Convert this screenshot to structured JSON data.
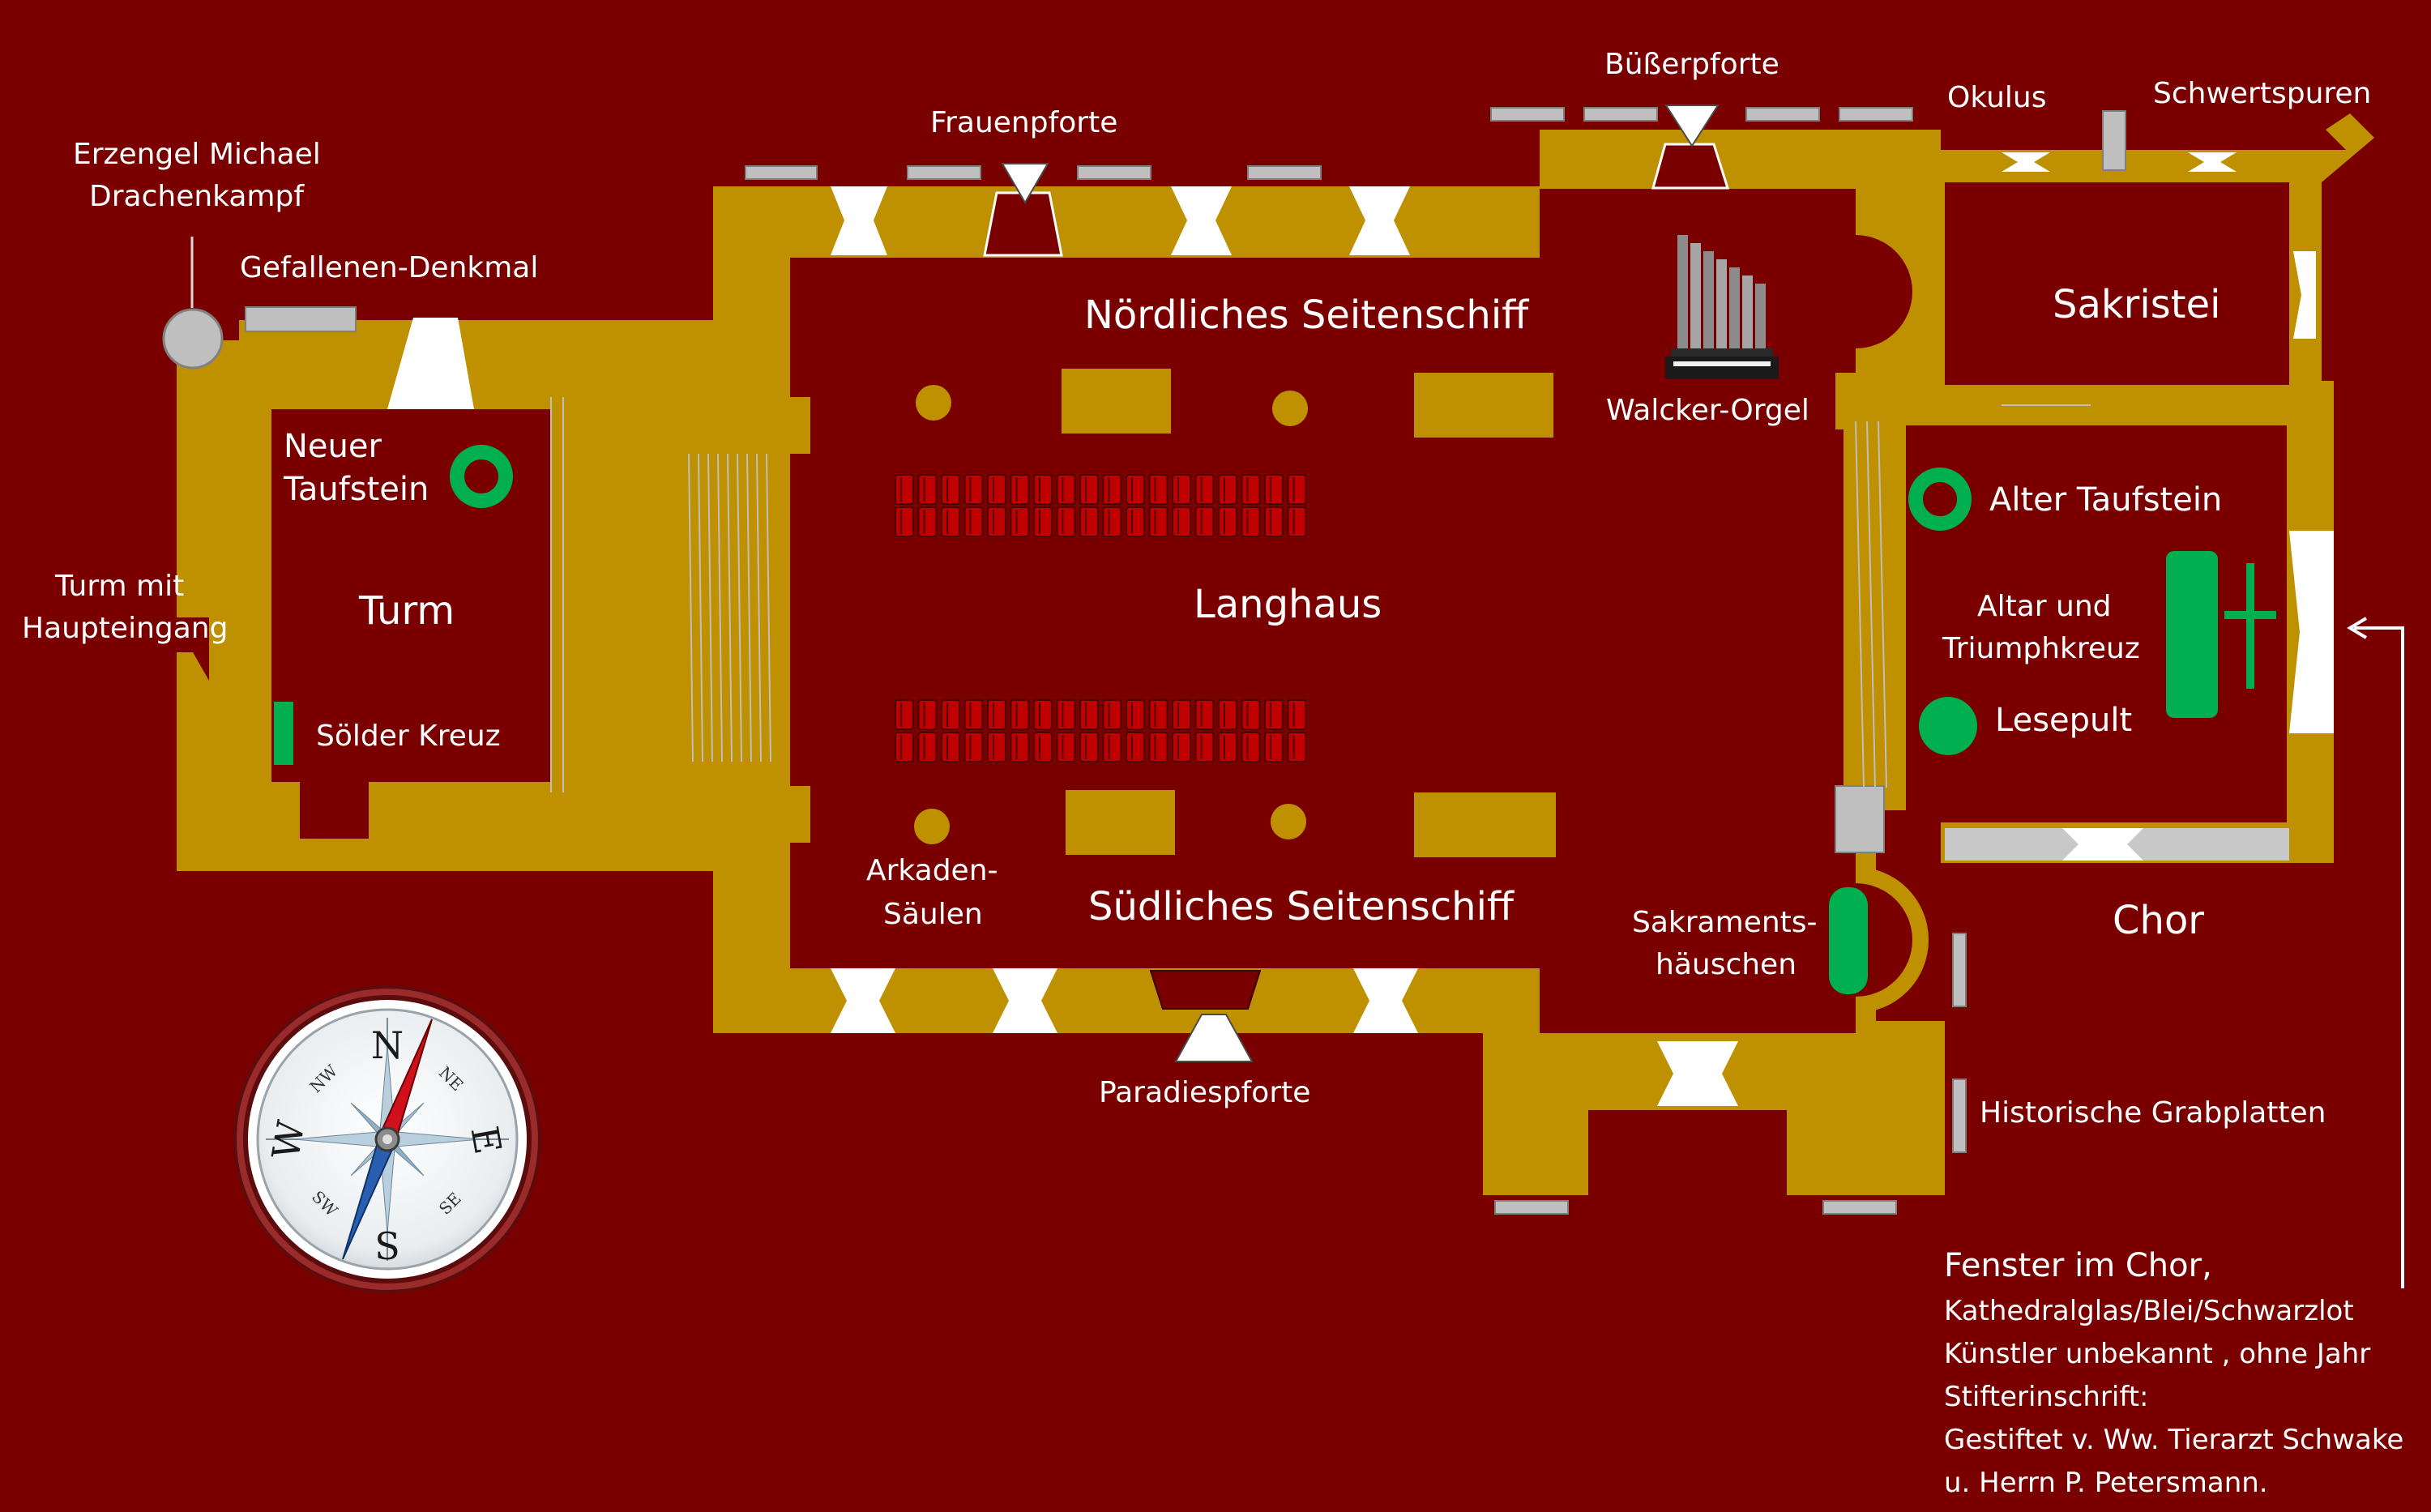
{
  "labels": {
    "erzengel_1": "Erzengel Michael",
    "erzengel_2": "Drachenkampf",
    "gefallenen": "Gefallenen-Denkmal",
    "frauenpforte": "Frauenpforte",
    "buesserpforte": "Büßerpforte",
    "okulus": "Okulus",
    "schwertspuren": "Schwertspuren",
    "sakristei": "Sakristei",
    "noerdliches": "Nördliches Seitenschiff",
    "walcker": "Walcker-Orgel",
    "neuer_1": "Neuer",
    "neuer_2": "Taufstein",
    "turm": "Turm",
    "turm_mit_1": "Turm mit",
    "turm_mit_2": "Haupteingang",
    "langhaus": "Langhaus",
    "alter_taufstein": "Alter Taufstein",
    "altar_1": "Altar und",
    "altar_2": "Triumphkreuz",
    "lesepult": "Lesepult",
    "soelder": "Sölder Kreuz",
    "arkaden_1": "Arkaden-",
    "arkaden_2": "Säulen",
    "suedliches": "Südliches Seitenschiff",
    "sakraments_1": "Sakraments-",
    "sakraments_2": "häuschen",
    "chor": "Chor",
    "paradies": "Paradiespforte",
    "grabplatten": "Historische Grabplatten",
    "fenster_1": "Fenster im Chor,",
    "fenster_2": "Kathedralglas/Blei/Schwarzlot",
    "fenster_3": "Künstler unbekannt , ohne Jahr",
    "fenster_4": "Stifterinschrift:",
    "fenster_5": "Gestiftet v. Ww. Tierarzt Schwake",
    "fenster_6": "u. Herrn P. Petersmann."
  },
  "compass": {
    "n": "N",
    "s": "S",
    "e": "E",
    "w": "W",
    "ne": "NE",
    "nw": "NW",
    "se": "SE",
    "sw": "SW"
  },
  "colors": {
    "background": "#7a0000",
    "wall": "#bf9000",
    "marker_green": "#00b050",
    "pew": "#c00000",
    "window": "#ffffff",
    "slab": "#bfbfbf"
  }
}
